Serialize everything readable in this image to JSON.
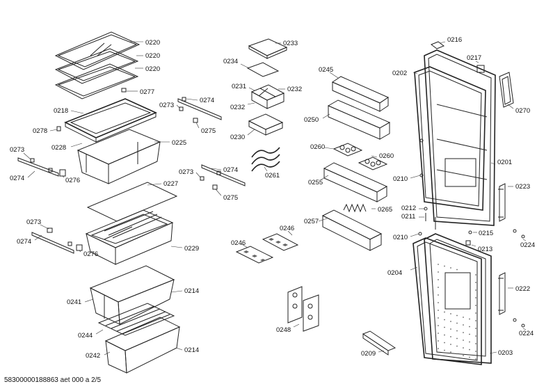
{
  "labels": {
    "p0220a": "0220",
    "p0220b": "0220",
    "p0220c": "0220",
    "p0277": "0277",
    "p0218": "0218",
    "p0278": "0278",
    "p0228": "0228",
    "p0225": "0225",
    "p0273a": "0273",
    "p0274a": "0274",
    "p0276a": "0276",
    "p0273b": "0273",
    "p0274b": "0274",
    "p0275a": "0275",
    "p0227": "0227",
    "p0273c": "0273",
    "p0274c": "0274",
    "p0275b": "0275",
    "p0273d": "0273",
    "p0274d": "0274",
    "p0276b": "0276",
    "p0229": "0229",
    "p0241": "0241",
    "p0214a": "0214",
    "p0244": "0244",
    "p0242": "0242",
    "p0214b": "0214",
    "p0233": "0233",
    "p0234": "0234",
    "p0231": "0231",
    "p0232a": "0232",
    "p0232b": "0232",
    "p0230": "0230",
    "p0261": "0261",
    "p0245": "0245",
    "p0250": "0250",
    "p0260a": "0260",
    "p0260b": "0260",
    "p0255": "0255",
    "p0257": "0257",
    "p0265": "0265",
    "p0246a": "0246",
    "p0246b": "0246",
    "p0248": "0248",
    "p0209": "0209",
    "p0216": "0216",
    "p0217": "0217",
    "p0202": "0202",
    "p0270": "0270",
    "p0201": "0201",
    "p0210a": "0210",
    "p0223": "0223",
    "p0212": "0212",
    "p0211": "0211",
    "p0215": "0215",
    "p0224a": "0224",
    "p0210b": "0210",
    "p0213": "0213",
    "p0204": "0204",
    "p0222": "0222",
    "p0224b": "0224",
    "p0203": "0203"
  },
  "footer": "58300000188863 aet 000 a 2/5"
}
